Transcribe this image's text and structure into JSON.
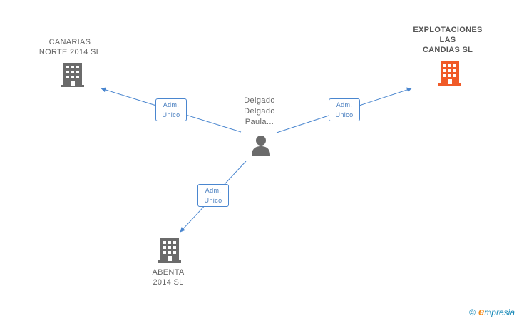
{
  "nodes": {
    "canarias": {
      "line1": "CANARIAS",
      "line2": "NORTE 2014  SL"
    },
    "explotaciones": {
      "line1": "EXPLOTACIONES",
      "line2": "LAS",
      "line3": "CANDIAS  SL"
    },
    "abenta": {
      "line1": "ABENTA",
      "line2": "2014  SL"
    },
    "person": {
      "line1": "Delgado",
      "line2": "Delgado",
      "line3": "Paula..."
    }
  },
  "relations": [
    {
      "line1": "Adm.",
      "line2": "Unico"
    },
    {
      "line1": "Adm.",
      "line2": "Unico"
    },
    {
      "line1": "Adm.",
      "line2": "Unico"
    }
  ],
  "colors": {
    "building_default": "#6b6b6b",
    "building_highlight": "#f05a28",
    "edge": "#4a86cf",
    "person": "#6b6b6b"
  },
  "icons": {
    "company": "building-icon",
    "person": "person-icon"
  },
  "watermark": {
    "copyright": "©",
    "brand_initial": "e",
    "brand_rest": "mpresia"
  }
}
